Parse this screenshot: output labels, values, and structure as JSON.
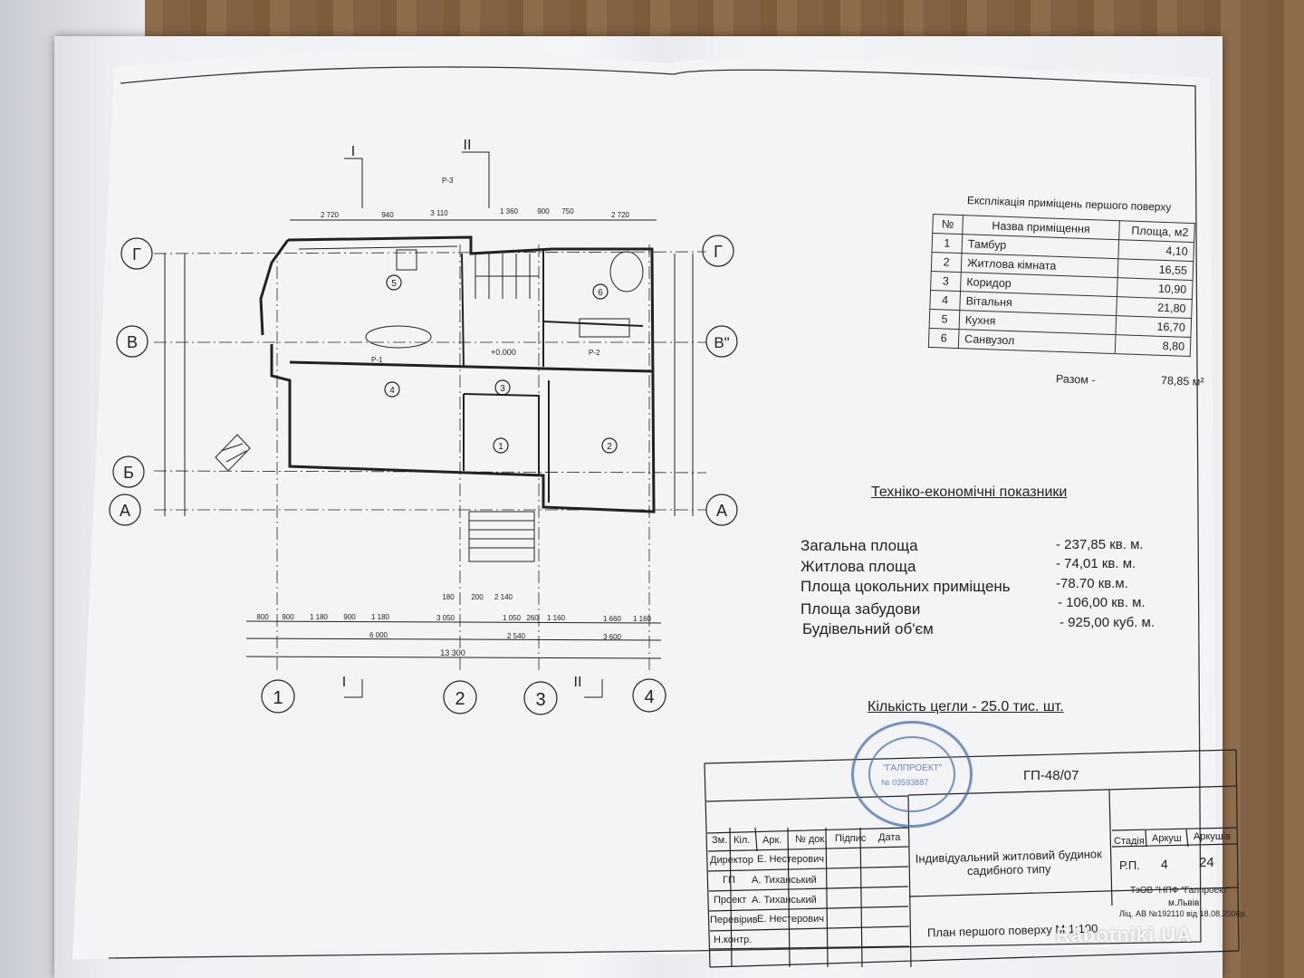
{
  "explication": {
    "title": "Експлікація приміщень першого поверху",
    "headers": [
      "№",
      "Назва приміщення",
      "Площа, м2"
    ],
    "rows": [
      [
        "1",
        "Тамбур",
        "4,10"
      ],
      [
        "2",
        "Житлова кімната",
        "16,55"
      ],
      [
        "3",
        "Коридор",
        "10,90"
      ],
      [
        "4",
        "Вітальня",
        "21,80"
      ],
      [
        "5",
        "Кухня",
        "16,70"
      ],
      [
        "6",
        "Санвузол",
        "8,80"
      ]
    ],
    "total_label": "Разом -",
    "total_value": "78,85 м²"
  },
  "indicators": {
    "title": "Техніко-економічні показники",
    "rows": [
      {
        "label": "Загальна площа",
        "value": "- 237,85 кв. м."
      },
      {
        "label": "Житлова площа",
        "value": "- 74,01 кв. м."
      },
      {
        "label": "Площа цокольних приміщень",
        "value": "-78.70 кв.м."
      },
      {
        "label": "Площа забудови",
        "value": "- 106,00 кв. м."
      },
      {
        "label": "Будівельний об'єм",
        "value": "- 925,00 куб. м."
      }
    ],
    "bricks": "Кількість цегли - 25.0 тис. шт."
  },
  "plan": {
    "axes_letters": [
      "Г",
      "В",
      "Б",
      "А",
      "Г",
      "В\"",
      "А"
    ],
    "axes_numbers": [
      "1",
      "2",
      "3",
      "4"
    ],
    "sections": [
      "I",
      "II",
      "I",
      "II"
    ],
    "room_numbers": [
      "1",
      "2",
      "3",
      "4",
      "5",
      "6"
    ],
    "labels": [
      "Р-1",
      "Р-2",
      "Р-3",
      "+0.000"
    ],
    "bottom_dims": [
      "800",
      "900",
      "1 180",
      "900",
      "1 180",
      "3 050",
      "1 050",
      "260",
      "1 160",
      "1 660",
      "1 160"
    ],
    "mid_dims": [
      "6 000",
      "2 540",
      "3 600"
    ],
    "total_dim": "13 300",
    "top_dims": [
      "2 720",
      "940",
      "3 110",
      "1 360",
      "900",
      "750",
      "2 720"
    ],
    "stair_dims": [
      "180",
      "200",
      "2 140"
    ]
  },
  "title_block": {
    "code": "ГП-48/07",
    "header_cols": [
      "Зм.",
      "Кіл.",
      "Арк.",
      "№ док.",
      "Підпис",
      "Дата"
    ],
    "roles": [
      {
        "role": "Директор",
        "name": "Е. Нестерович"
      },
      {
        "role": "ГП",
        "name": "А. Тиханський"
      },
      {
        "role": "Проект",
        "name": "А. Тиханський"
      },
      {
        "role": "Перевірив",
        "name": "Е. Нестерович"
      },
      {
        "role": "Н.контр.",
        "name": ""
      }
    ],
    "project_name": "Індивідуальний житловий будинок садибного типу",
    "sheet_name": "План першого поверху М 1:100",
    "stage_label": "Стадія",
    "sheet_label": "Аркуш",
    "sheets_label": "Аркушів",
    "stage": "Р.П.",
    "sheet": "4",
    "sheets": "24",
    "company": "ТзОВ \"НПФ \"Галпроект\"",
    "city": "м.Львів",
    "license": "Ліц. АВ №192110 від 18.08.2006р."
  },
  "stamp": {
    "text1": "\"ГАЛПРОЕКТ\"",
    "text2": "№ 03593887"
  },
  "watermark": "Rabotniki.UA",
  "colors": {
    "stamp": "#4b6fb3",
    "line": "#222222",
    "paper": "#f2f3f5"
  }
}
